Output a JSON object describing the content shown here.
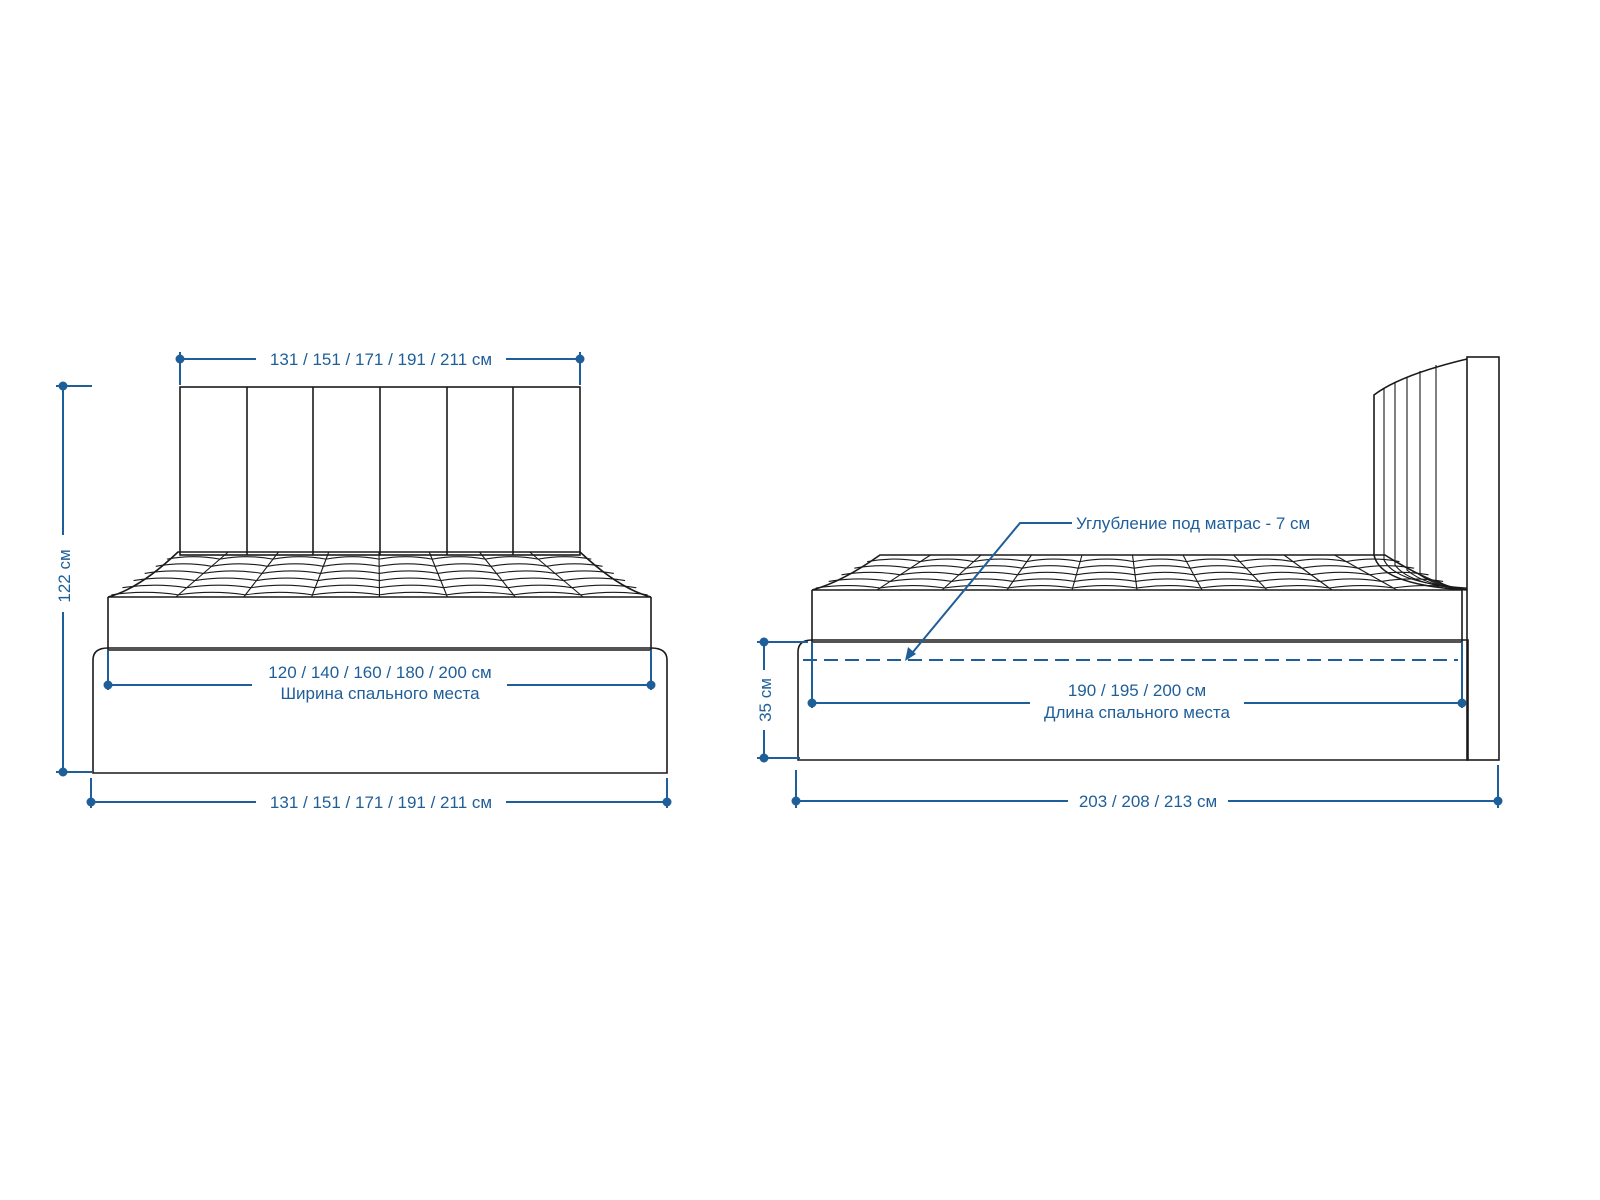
{
  "colors": {
    "dimension": "#1f5f99",
    "outline": "#1a1a1a",
    "background": "#ffffff"
  },
  "front_view": {
    "headboard_width": "131 / 151 / 171 / 191 / 211 см",
    "total_height": "122 см",
    "sleeping_width": "120 / 140 / 160 / 180 / 200 см",
    "sleeping_width_caption": "Ширина спального места",
    "base_width": "131 / 151 / 171 / 191 / 211 см"
  },
  "side_view": {
    "mattress_recess": "Углубление под матрас - 7 см",
    "base_height": "35 см",
    "sleeping_length": "190 / 195 / 200 см",
    "sleeping_length_caption": "Длина спального места",
    "total_length": "203 / 208 / 213 см"
  }
}
